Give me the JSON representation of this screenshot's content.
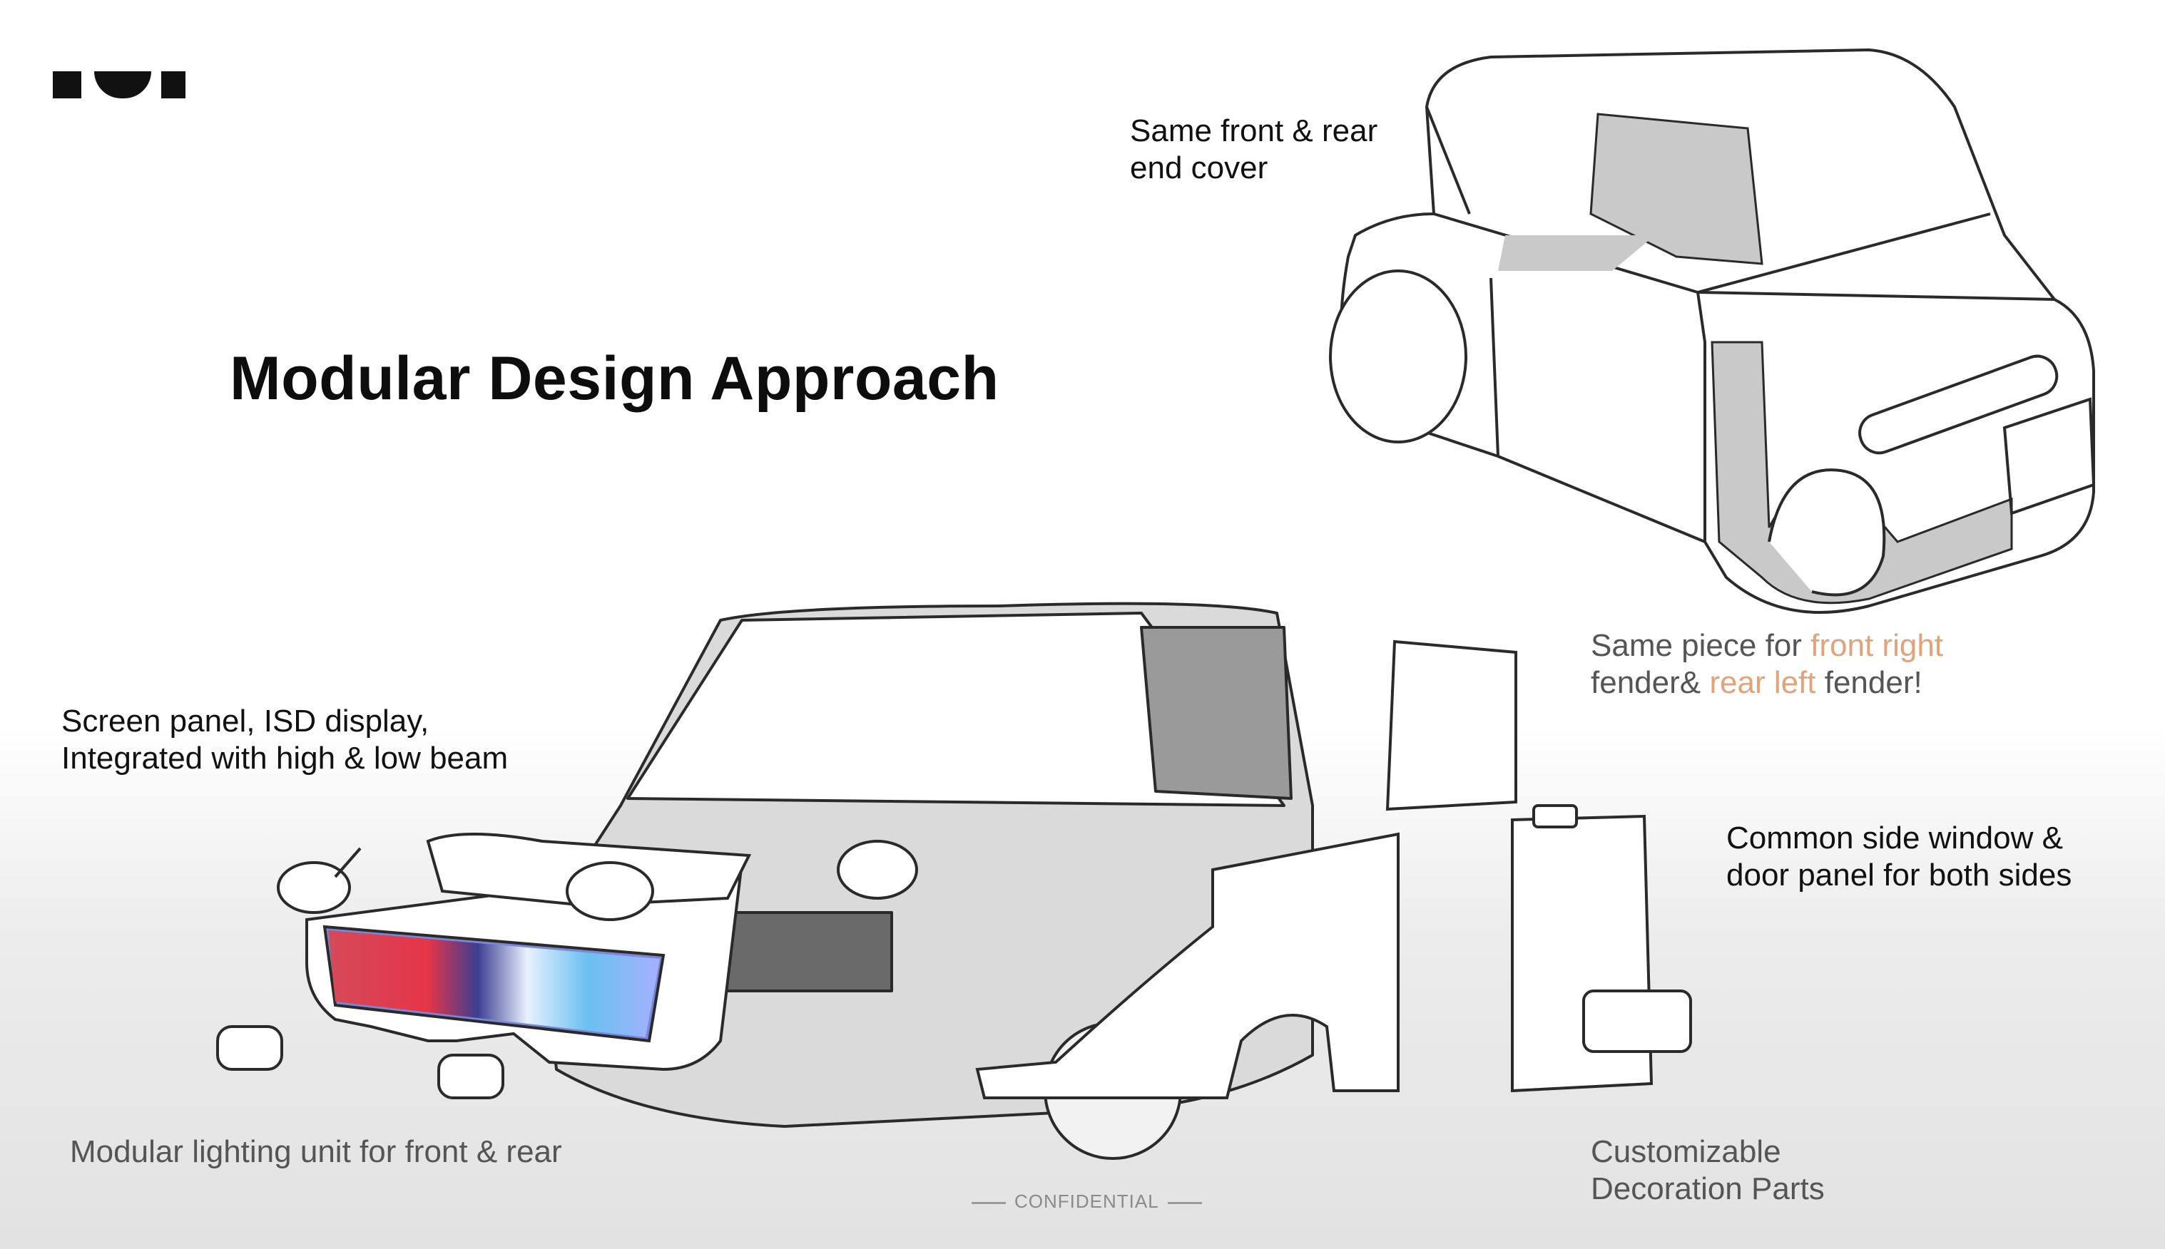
{
  "slide": {
    "title": "Modular Design Approach",
    "logo_icon": "logo-icon",
    "captions": {
      "front_rear_cover": [
        "Same front & rear",
        "end cover"
      ],
      "fender_line1_prefix": "Same piece for ",
      "fender_line1_accent": "front right",
      "fender_line2_prefix": "fender& ",
      "fender_line2_accent": "rear left",
      "fender_line2_suffix": " fender!",
      "screen_panel": [
        "Screen panel, ISD display,",
        "Integrated with high & low beam"
      ],
      "side_window": [
        "Common side window &",
        "door panel for both sides"
      ],
      "lighting_unit": "Modular lighting unit for front & rear",
      "decoration": [
        "Customizable",
        "Decoration Parts"
      ]
    },
    "footer": "CONFIDENTIAL",
    "colors": {
      "accent": "#e2a27a",
      "text": "#111111",
      "muted_text": "#555555",
      "line": "#2a2a2a",
      "panel_grey": "#c9c9c9"
    }
  }
}
